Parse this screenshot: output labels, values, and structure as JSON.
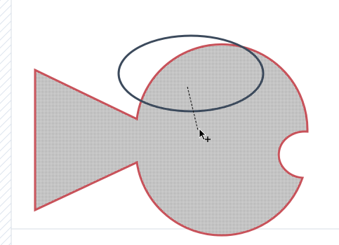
{
  "canvas": {
    "background": "#ffffff",
    "page_border": "#d7dde6",
    "left_hatch": "#dde4ee"
  },
  "shapes": {
    "fish": {
      "name": "fish-shape",
      "fill_pattern": "dotted-gray",
      "fill": "#b8b8b8",
      "stroke": "#c8525a"
    },
    "halo": {
      "name": "ellipse-shape",
      "stroke": "#3c4a5c",
      "fill": "none"
    }
  },
  "tools": {
    "drag_guide": {
      "name": "drag-guide-line",
      "color": "#222222"
    },
    "cursor": {
      "name": "move-cursor-icon",
      "color": "#000000"
    }
  }
}
